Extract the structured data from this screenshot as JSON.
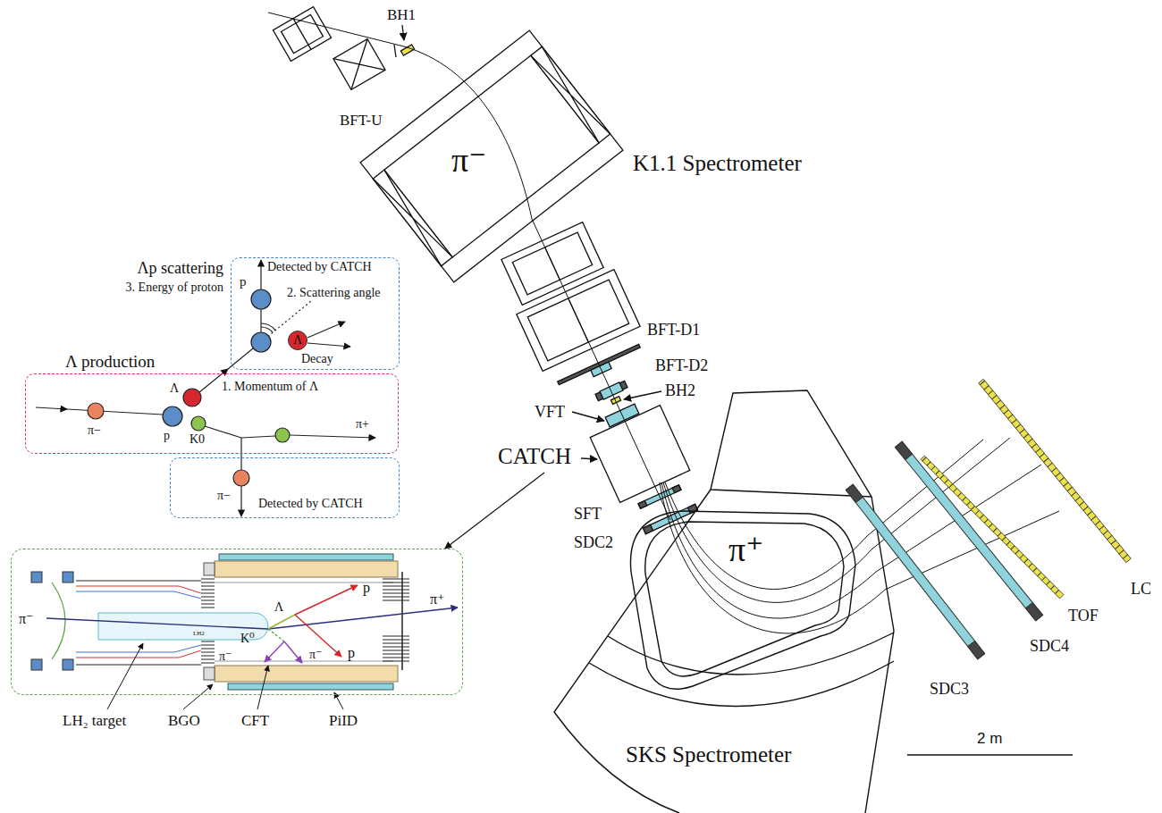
{
  "diagram": {
    "nodes": [
      {
        "text": [
          "Detected by CATCH",
          "2. Scattering angle",
          "Decay"
        ]
      },
      {
        "text": [
          "Λ"
        ],
        "in": 0
      },
      {
        "text": [
          "Λ production",
          "1. Momentum of Λ"
        ]
      },
      {
        "text": [
          "Detected by CATCH"
        ]
      },
      {
        "text": [
          "CATCH"
        ]
      },
      {
        "text": [
          "p",
          "π⁻",
          "π⁺",
          "LH2",
          "Λ",
          "K⁰",
          "π⁻",
          "π⁻",
          "p"
        ]
      }
    ],
    "edges": [
      {
        "from": 4,
        "to": 5,
        "arrow": "to"
      }
    ],
    "labels": [
      "Λp scattering",
      "3. Energy of proton",
      "p",
      "Λ",
      "π−",
      "p",
      "K0",
      "π+",
      "π−",
      "BH1",
      "BFT-U",
      "π⁻",
      "K1.1 Spectrometer",
      "BFT-D1",
      "BFT-D2",
      "BH2",
      "VFT",
      "SFT",
      "SDC2",
      "π⁺",
      "SDC3",
      "SDC4",
      "TOF",
      "LC",
      "SKS Spectrometer",
      "2 m",
      "LH₂ target",
      "BGO",
      "CFT",
      "PiID"
    ]
  }
}
